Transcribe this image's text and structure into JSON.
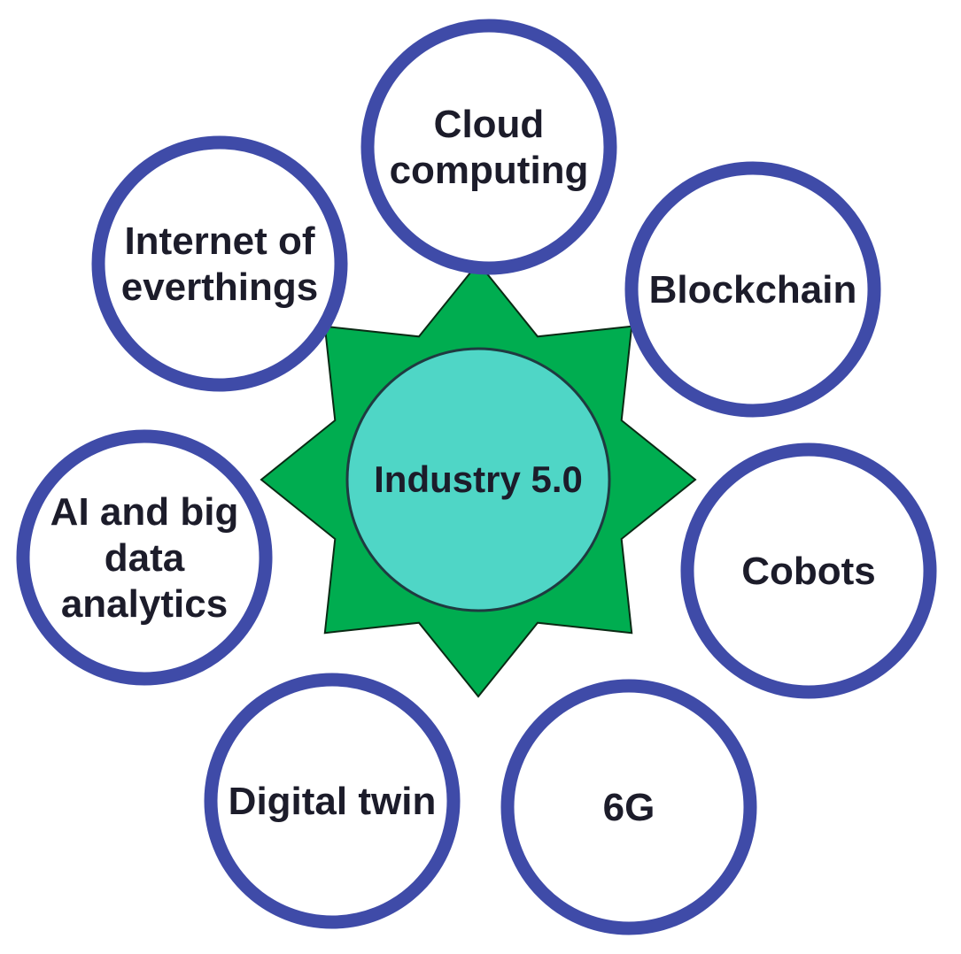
{
  "center": {
    "label": "Industry 5.0",
    "fill": "#4fd6c6",
    "stroke": "#1f3a40"
  },
  "star": {
    "fill": "#00ad50",
    "stroke": "#0a2a14",
    "points": 8
  },
  "ring_color": "#3f4ba8",
  "nodes": [
    {
      "id": "cloud-computing",
      "lines": [
        "Cloud",
        "computing"
      ]
    },
    {
      "id": "blockchain",
      "lines": [
        "Blockchain"
      ]
    },
    {
      "id": "cobots",
      "lines": [
        "Cobots"
      ]
    },
    {
      "id": "6g",
      "lines": [
        "6G"
      ]
    },
    {
      "id": "digital-twin",
      "lines": [
        "Digital twin"
      ]
    },
    {
      "id": "ai-big-data",
      "lines": [
        "AI and big",
        "data",
        "analytics"
      ]
    },
    {
      "id": "iot",
      "lines": [
        "Internet of",
        "everthings"
      ]
    }
  ]
}
